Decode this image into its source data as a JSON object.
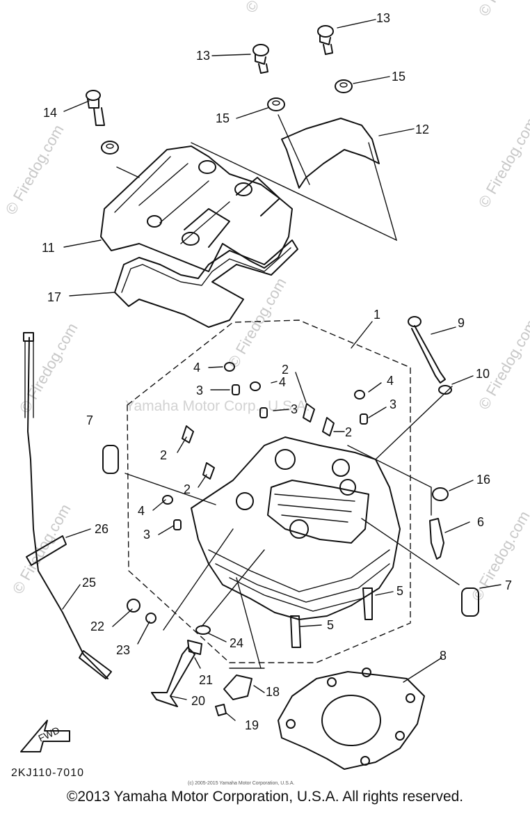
{
  "watermark_text": "© Firedog.com",
  "watermark_center": "Yamaha Motor Corp., U.S.A.",
  "diagram_code": "2KJ110-7010",
  "small_copyright": "(c) 2005-2015 Yamaha Motor Corporation, U.S.A.",
  "copyright": "©2013 Yamaha Motor Corporation, U.S.A. All rights reserved.",
  "fwd_label": "FWD",
  "callouts": [
    "13",
    "13",
    "14",
    "15",
    "15",
    "12",
    "11",
    "17",
    "1",
    "9",
    "10",
    "4",
    "2",
    "4",
    "4",
    "3",
    "3",
    "3",
    "2",
    "7",
    "2",
    "2",
    "16",
    "4",
    "3",
    "6",
    "26",
    "25",
    "7",
    "5",
    "5",
    "22",
    "23",
    "24",
    "8",
    "21",
    "20",
    "18",
    "19"
  ]
}
